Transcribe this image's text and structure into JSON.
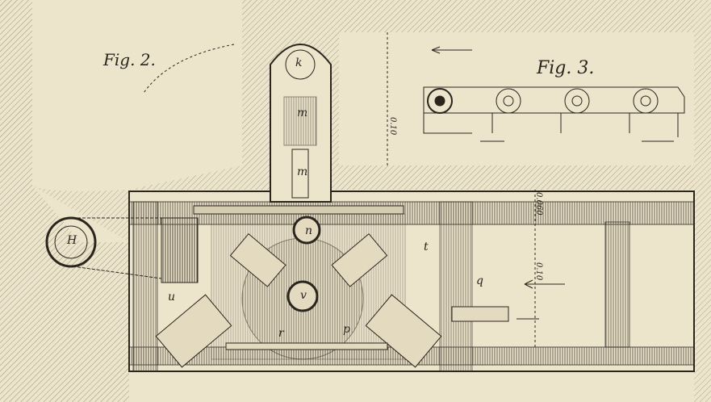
{
  "figures": {
    "fig2": "Fig. 2.",
    "fig3": "Fig. 3."
  },
  "part_labels": {
    "k": "k",
    "m1": "m",
    "m2": "m",
    "H": "H",
    "n": "n",
    "t": "t",
    "q": "q",
    "u": "u",
    "v": "v",
    "p": "p",
    "r": "r"
  },
  "dimensions": {
    "shaft_height": "0.10",
    "rail_gap": "0.060",
    "right_height": "0.10"
  },
  "colors": {
    "paper": "#ede4cc",
    "ink": "#2a251d"
  }
}
